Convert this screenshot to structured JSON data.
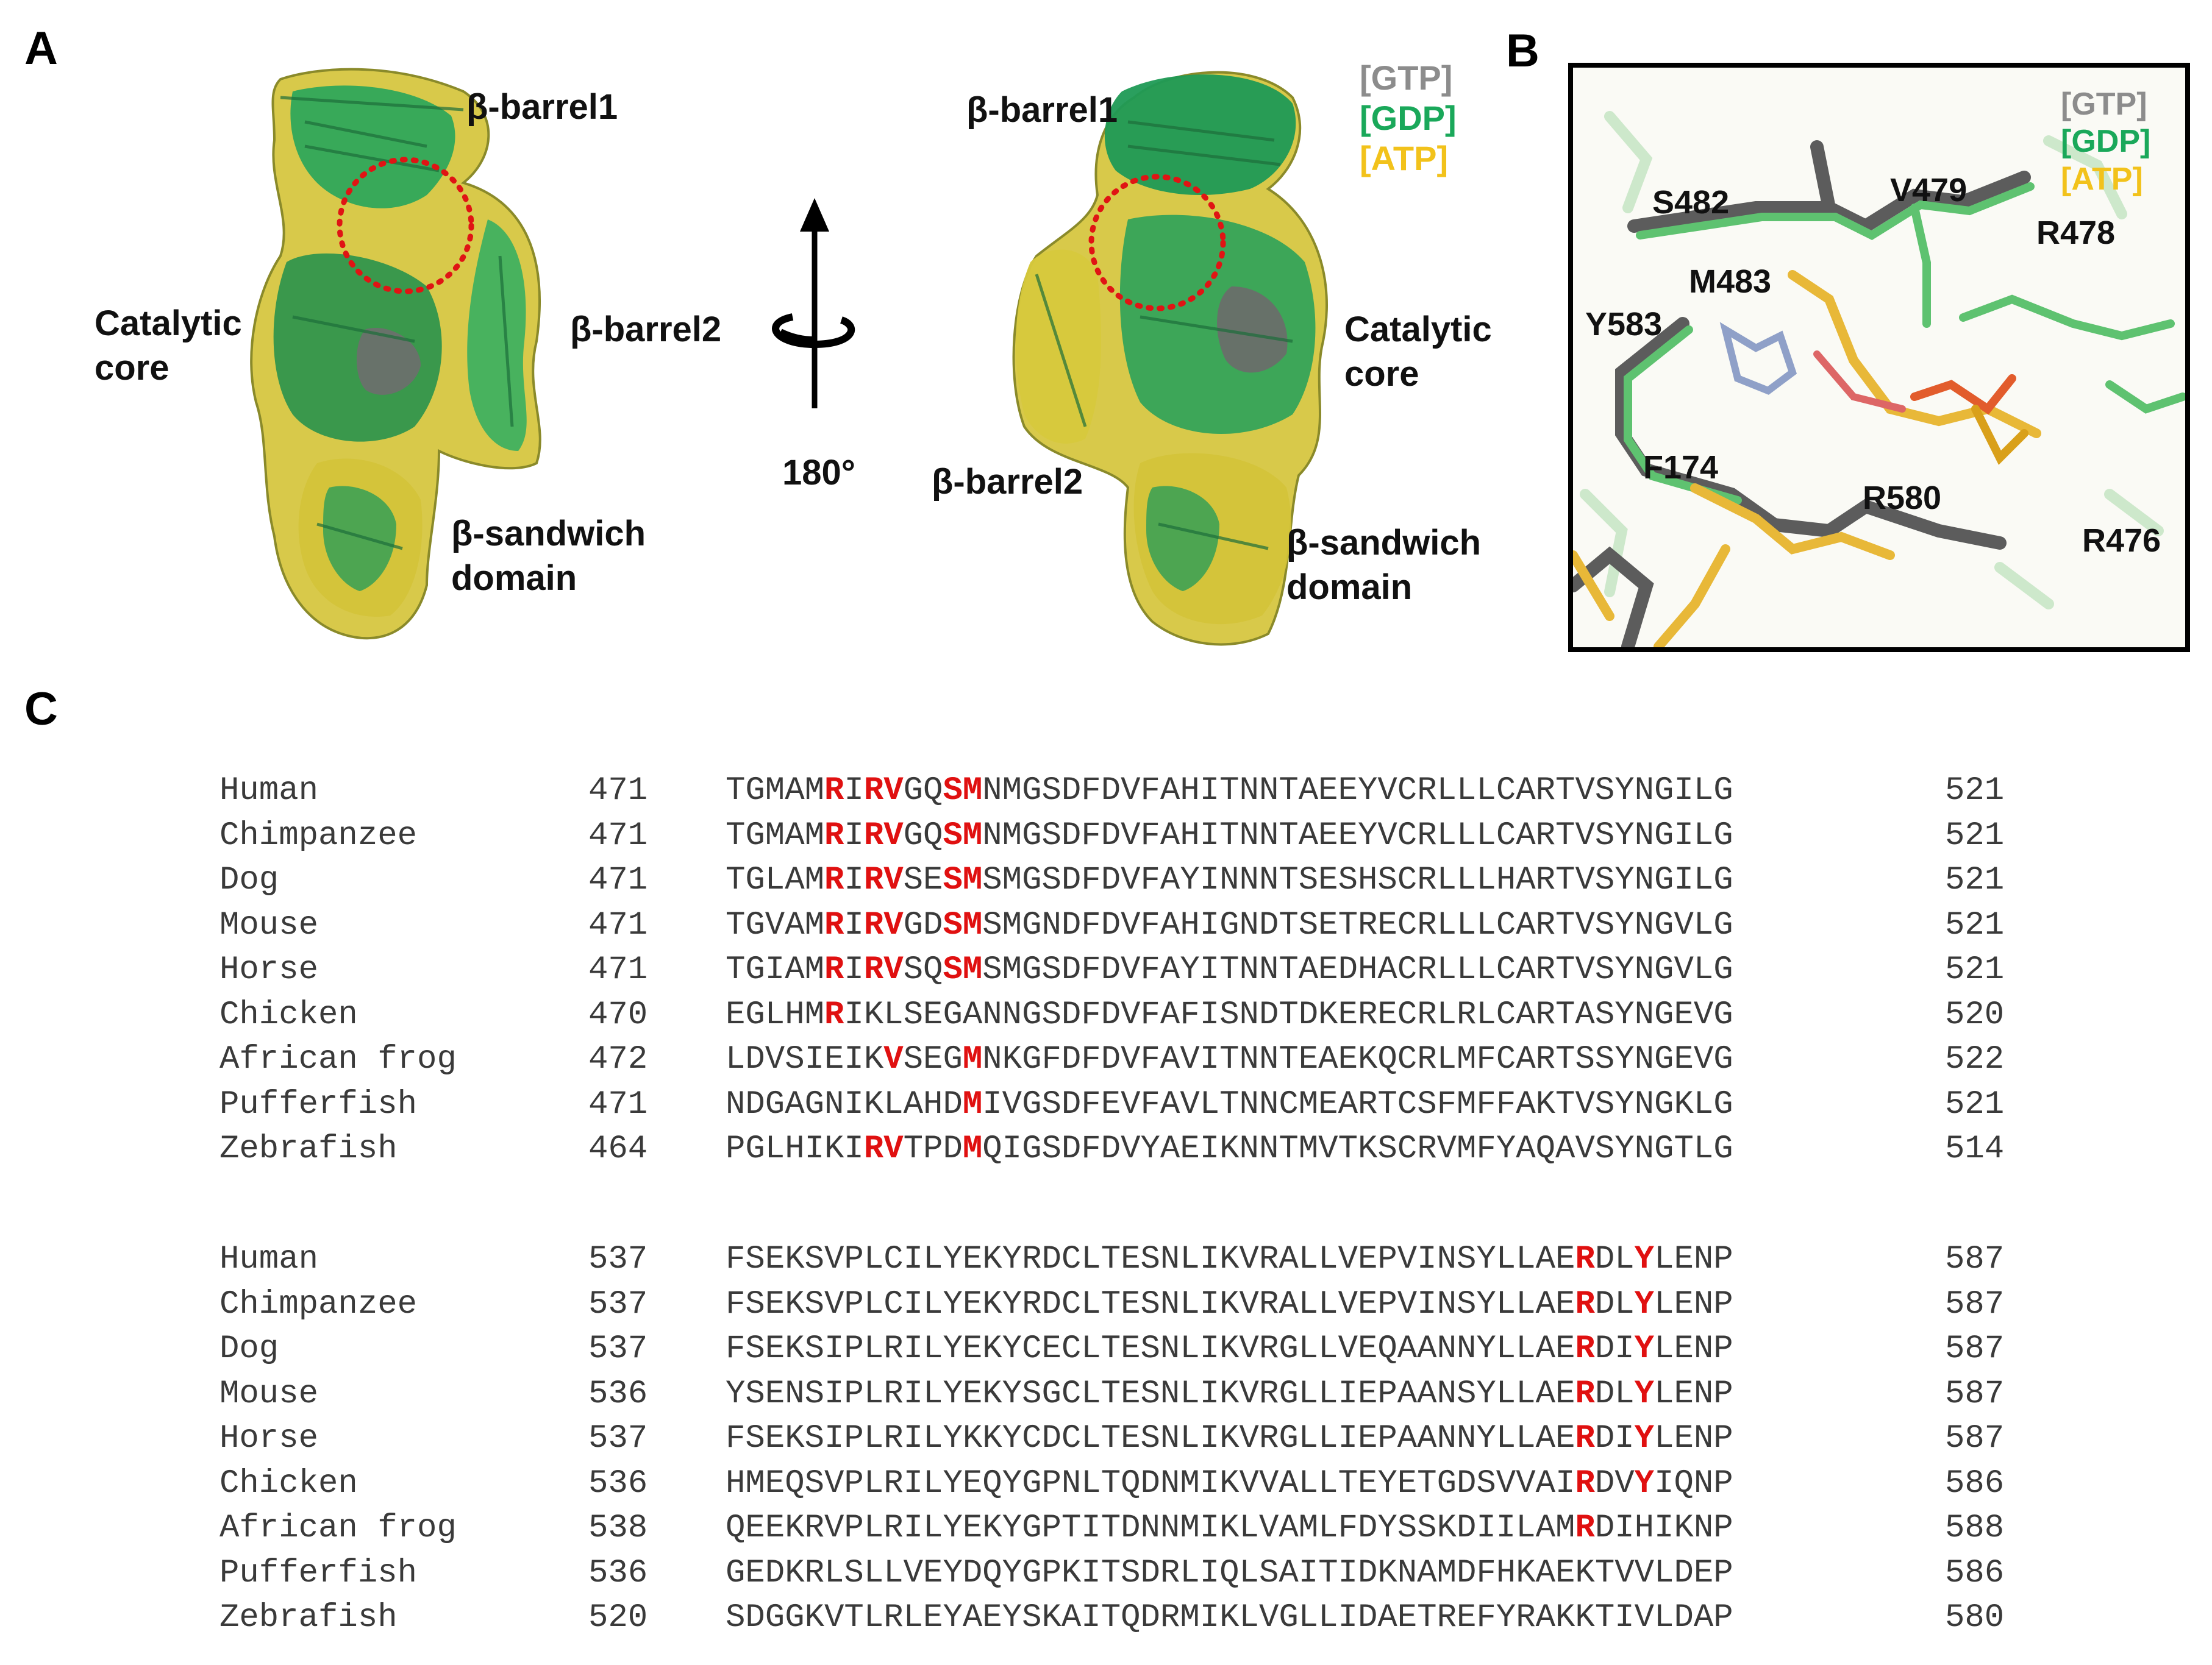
{
  "panels": {
    "a": "A",
    "b": "B",
    "c": "C"
  },
  "panel_a": {
    "left_labels": {
      "barrel1": "β-barrel1",
      "catalytic": "Catalytic\ncore",
      "barrel2": "β-barrel2",
      "sandwich": "β-sandwich\ndomain"
    },
    "rotation": "180°",
    "right_labels": {
      "barrel1": "β-barrel1",
      "catalytic": "Catalytic\ncore",
      "barrel2": "β-barrel2",
      "sandwich": "β-sandwich\ndomain"
    },
    "legend": [
      {
        "text": "[GTP]",
        "color": "#8c8c8c"
      },
      {
        "text": "[GDP]",
        "color": "#1aa85a"
      },
      {
        "text": "[ATP]",
        "color": "#f2c21b"
      }
    ]
  },
  "panel_b": {
    "legend": [
      {
        "text": "[GTP]",
        "color": "#8c8c8c"
      },
      {
        "text": "[GDP]",
        "color": "#1aa85a"
      },
      {
        "text": "[ATP]",
        "color": "#f2c21b"
      }
    ],
    "residues": {
      "s482": "S482",
      "v479": "V479",
      "r478": "R478",
      "m483": "M483",
      "y583": "Y583",
      "f174": "F174",
      "r580": "R580",
      "r476": "R476"
    }
  },
  "panel_c": {
    "highlight_color": "#e01010",
    "block1": [
      {
        "species": "Human",
        "start": "471",
        "end": "521",
        "seq": "TGMAM[R]I[RV]GQ[SM]NMGSDFDVFAHITNNTAEEYVCRLLLCARTVSYNGILG"
      },
      {
        "species": "Chimpanzee",
        "start": "471",
        "end": "521",
        "seq": "TGMAM[R]I[RV]GQ[SM]NMGSDFDVFAHITNNTAEEYVCRLLLCARTVSYNGILG"
      },
      {
        "species": "Dog",
        "start": "471",
        "end": "521",
        "seq": "TGLAM[R]I[RV]SE[SM]SMGSDFDVFAYINNNTSESHSCRLLLHARTVSYNGILG"
      },
      {
        "species": "Mouse",
        "start": "471",
        "end": "521",
        "seq": "TGVAM[R]I[RV]GD[SM]SMGNDFDVFAHIGNDTSETRECRLLLCARTVSYNGVLG"
      },
      {
        "species": "Horse",
        "start": "471",
        "end": "521",
        "seq": "TGIAM[R]I[RV]SQ[SM]SMGSDFDVFAYITNNTAEDHACRLLLCARTVSYNGVLG"
      },
      {
        "species": "Chicken",
        "start": "470",
        "end": "520",
        "seq": "EGLHM[R]IKLSEGANNGSDFDVFAFISNDTDKERECRLRLCARTASYNGEVG"
      },
      {
        "species": "African frog",
        "start": "472",
        "end": "522",
        "seq": "LDVSIEIK[V]SEG[M]NKGFDFDVFAVITNNTEAEKQCRLMFCARTSSYNGEVG"
      },
      {
        "species": "Pufferfish",
        "start": "471",
        "end": "521",
        "seq": "NDGAGNIKLAHD[M]IVGSDFEVFAVLTNNCMEARTCSFMFFAKTVSYNGKLG"
      },
      {
        "species": "Zebrafish",
        "start": "464",
        "end": "514",
        "seq": "PGLHIKI[RV]TPD[M]QIGSDFDVYAEIKNNTMVTKSCRVMFYAQAVSYNGTLG"
      }
    ],
    "block2": [
      {
        "species": "Human",
        "start": "537",
        "end": "587",
        "seq": "FSEKSVPLCILYEKYRDCLTESNLIKVRALLVEPVINSYLLAE[R]DL[Y]LENP"
      },
      {
        "species": "Chimpanzee",
        "start": "537",
        "end": "587",
        "seq": "FSEKSVPLCILYEKYRDCLTESNLIKVRALLVEPVINSYLLAE[R]DL[Y]LENP"
      },
      {
        "species": "Dog",
        "start": "537",
        "end": "587",
        "seq": "FSEKSIPLRILYEKYCECLTESNLIKVRGLLVEQAANNYLLAE[R]DI[Y]LENP"
      },
      {
        "species": "Mouse",
        "start": "536",
        "end": "587",
        "seq": "YSENSIPLRILYEKYSGCLTESNLIKVRGLLIEPAANSYLLAE[R]DL[Y]LENP"
      },
      {
        "species": "Horse",
        "start": "537",
        "end": "587",
        "seq": "FSEKSIPLRILYKKYCDCLTESNLIKVRGLLIEPAANNYLLAE[R]DI[Y]LENP"
      },
      {
        "species": "Chicken",
        "start": "536",
        "end": "586",
        "seq": "HMEQSVPLRILYEQYGPNLTQDNMIKVVALLTEYETGDSVVAI[R]DV[Y]IQNP"
      },
      {
        "species": "African frog",
        "start": "538",
        "end": "588",
        "seq": "QEEKRVPLRILYEKYGPTITDNNMIKLVAMLFDYSSKDIILAM[R]DIHIKNP"
      },
      {
        "species": "Pufferfish",
        "start": "536",
        "end": "586",
        "seq": "GEDKRLSLLVEYDQYGPKITSDRLIQLSAITIDKNAMDFHKAEKTVVLDEP"
      },
      {
        "species": "Zebrafish",
        "start": "520",
        "end": "580",
        "seq": "SDGGKVTLRLEYAEYSKAITQDRMIKLVGLLIDAETREFYRAKKTIVLDAP"
      }
    ]
  }
}
